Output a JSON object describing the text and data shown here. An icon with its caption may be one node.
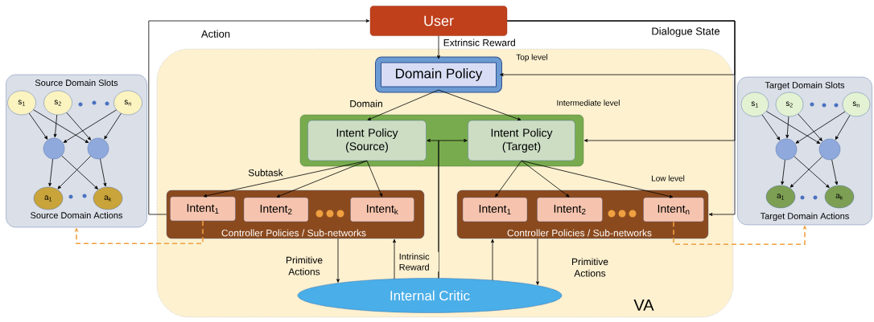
{
  "diagram": {
    "nodes": [
      {
        "text": [
          "User"
        ]
      },
      {
        "text": [
          "VA"
        ]
      },
      {
        "text": [
          "Domain Policy"
        ],
        "in": 1
      },
      {
        "text": [],
        "shape": "box",
        "in": 1
      },
      {
        "text": [
          "Intent Policy (Source)"
        ],
        "in": 3
      },
      {
        "text": [
          "Intent Policy (Target)"
        ],
        "in": 3
      },
      {
        "text": [
          "Controller Policies / Sub-networks"
        ],
        "in": 1
      },
      {
        "text": [
          "Intent$_{1}$"
        ],
        "in": 6
      },
      {
        "text": [
          "Intent$_{2}$"
        ],
        "in": 6
      },
      {
        "text": [
          "Intent$_{k}$"
        ],
        "in": 6
      },
      {
        "text": [
          "Controller Policies / Sub-networks"
        ],
        "in": 1
      },
      {
        "text": [
          "Intent$_{1}$"
        ],
        "in": 10
      },
      {
        "text": [
          "Intent$_{2}$"
        ],
        "in": 10
      },
      {
        "text": [
          "Intent$_{n}$"
        ],
        "in": 10
      },
      {
        "text": [
          "Internal Critic"
        ],
        "in": 1
      },
      {
        "text": [
          "Source Domain Slots",
          "Source Domain Actions"
        ]
      },
      {
        "text": [
          "s$_{1}$"
        ],
        "in": 15
      },
      {
        "text": [
          "s$_{2}$"
        ],
        "in": 15
      },
      {
        "text": [
          "s$_{n}$"
        ],
        "in": 15
      },
      {
        "text": [],
        "shape": "circle",
        "in": 15
      },
      {
        "text": [],
        "shape": "circle",
        "in": 15
      },
      {
        "text": [
          "a$_{1}$"
        ],
        "in": 15
      },
      {
        "text": [
          "a$_{k}$"
        ],
        "in": 15
      },
      {
        "text": [
          "Target Domain Slots",
          "Target Domain Actions"
        ]
      },
      {
        "text": [
          "s$_{1}$"
        ],
        "in": 23
      },
      {
        "text": [
          "s$_{2}$"
        ],
        "in": 23
      },
      {
        "text": [
          "s$_{n}$"
        ],
        "in": 23
      },
      {
        "text": [],
        "shape": "circle",
        "in": 23
      },
      {
        "text": [],
        "shape": "circle",
        "in": 23
      },
      {
        "text": [
          "a$_{1}$"
        ],
        "in": 23
      },
      {
        "text": [
          "a$_{k}$"
        ],
        "in": 23
      }
    ],
    "edges": [
      {
        "from": 6,
        "to": 0,
        "arrow": "to",
        "label": "Action"
      },
      {
        "from": 0,
        "to": 2,
        "arrow": "to",
        "label": "Dialogue State"
      },
      {
        "from": 0,
        "to": 3,
        "arrow": "to"
      },
      {
        "from": 0,
        "to": 10,
        "arrow": "to"
      },
      {
        "from": 0,
        "to": 2,
        "arrow": "to",
        "label": "Extrinsic Reward"
      },
      {
        "from": 2,
        "to": 4,
        "arrow": "to",
        "label": "Domain"
      },
      {
        "from": 2,
        "to": 5,
        "arrow": "to"
      },
      {
        "from": 14,
        "to": 4,
        "arrow": "to"
      },
      {
        "from": 14,
        "to": 5,
        "arrow": "to"
      },
      {
        "from": 4,
        "to": 7,
        "arrow": "to",
        "label": "Subtask"
      },
      {
        "from": 4,
        "to": 8,
        "arrow": "to"
      },
      {
        "from": 4,
        "to": 9,
        "arrow": "to"
      },
      {
        "from": 5,
        "to": 11,
        "arrow": "to"
      },
      {
        "from": 5,
        "to": 12,
        "arrow": "to"
      },
      {
        "from": 5,
        "to": 13,
        "arrow": "to"
      },
      {
        "from": 6,
        "to": 14,
        "arrow": "to",
        "label": "Primitive Actions"
      },
      {
        "from": 14,
        "to": 6,
        "arrow": "to",
        "label": "Intrinsic Reward"
      },
      {
        "from": 14,
        "to": 10,
        "arrow": "to"
      },
      {
        "from": 10,
        "to": 14,
        "arrow": "to",
        "label": "Primitive Actions"
      },
      {
        "from": 7,
        "to": 15,
        "arrow": "to",
        "style": "dashed",
        "color": "#f0a040"
      },
      {
        "from": 13,
        "to": 23,
        "arrow": "to",
        "style": "dashed",
        "color": "#f0a040"
      },
      {
        "from": 16,
        "to": 19,
        "arrow": "to"
      },
      {
        "from": 16,
        "to": 20,
        "arrow": "to"
      },
      {
        "from": 17,
        "to": 19,
        "arrow": "to"
      },
      {
        "from": 17,
        "to": 20,
        "arrow": "to"
      },
      {
        "from": 18,
        "to": 19,
        "arrow": "to"
      },
      {
        "from": 18,
        "to": 20,
        "arrow": "to"
      },
      {
        "from": 19,
        "to": 21,
        "arrow": "to"
      },
      {
        "from": 19,
        "to": 22,
        "arrow": "to"
      },
      {
        "from": 20,
        "to": 21,
        "arrow": "to"
      },
      {
        "from": 20,
        "to": 22,
        "arrow": "to"
      },
      {
        "from": 24,
        "to": 27,
        "arrow": "to"
      },
      {
        "from": 24,
        "to": 28,
        "arrow": "to"
      },
      {
        "from": 25,
        "to": 27,
        "arrow": "to"
      },
      {
        "from": 25,
        "to": 28,
        "arrow": "to"
      },
      {
        "from": 26,
        "to": 27,
        "arrow": "to"
      },
      {
        "from": 26,
        "to": 28,
        "arrow": "to"
      },
      {
        "from": 27,
        "to": 29,
        "arrow": "to"
      },
      {
        "from": 27,
        "to": 30,
        "arrow": "to"
      },
      {
        "from": 28,
        "to": 29,
        "arrow": "to"
      },
      {
        "from": 28,
        "to": 30,
        "arrow": "to"
      }
    ],
    "labels": [
      "Top level",
      "Intermediate level",
      "Low level"
    ]
  }
}
